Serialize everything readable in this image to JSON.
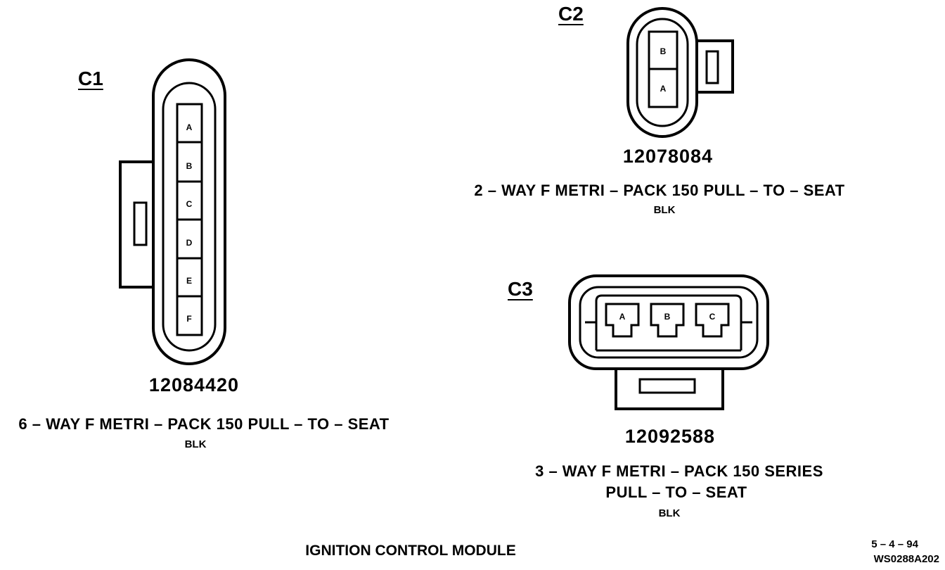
{
  "connectors": {
    "c1": {
      "id": "C1",
      "part_number": "12084420",
      "description": "6 – WAY F METRI – PACK 150 PULL – TO – SEAT",
      "color": "BLK",
      "pins": [
        "A",
        "B",
        "C",
        "D",
        "E",
        "F"
      ]
    },
    "c2": {
      "id": "C2",
      "part_number": "12078084",
      "description": "2 – WAY F METRI – PACK 150 PULL – TO – SEAT",
      "color": "BLK",
      "pins": [
        "B",
        "A"
      ]
    },
    "c3": {
      "id": "C3",
      "part_number": "12092588",
      "description_line1": "3 – WAY F METRI – PACK 150 SERIES",
      "description_line2": "PULL – TO – SEAT",
      "color": "BLK",
      "pins": [
        "A",
        "B",
        "C"
      ]
    }
  },
  "footer": {
    "title": "IGNITION CONTROL MODULE",
    "date": "5 – 4 – 94",
    "code": "WS0288A202"
  }
}
